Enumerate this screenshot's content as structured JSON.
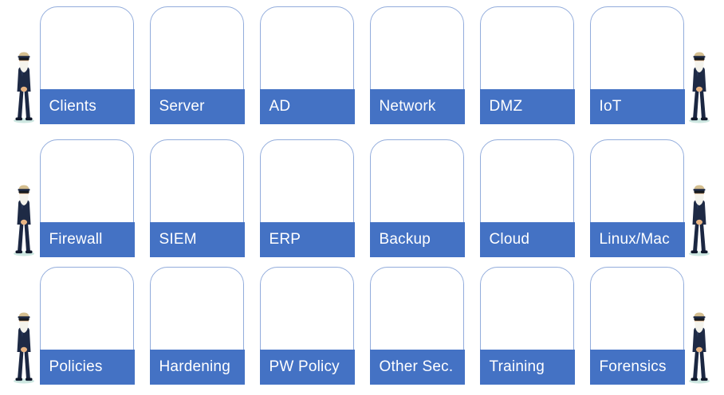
{
  "page": {
    "background": "#ffffff",
    "description_colors": {
      "bar_blue": "#4472C4",
      "card_border": "#92ACDC",
      "label_text": "#ffffff",
      "guard_suit_navy": "#1E2A45",
      "guard_shadow_teal": "#CDE7E1"
    }
  },
  "grid": {
    "rows": [
      {
        "cards": [
          {
            "label": "Clients"
          },
          {
            "label": "Server"
          },
          {
            "label": "AD"
          },
          {
            "label": "Network"
          },
          {
            "label": "DMZ"
          },
          {
            "label": "IoT"
          }
        ]
      },
      {
        "cards": [
          {
            "label": "Firewall"
          },
          {
            "label": "SIEM"
          },
          {
            "label": "ERP"
          },
          {
            "label": "Backup"
          },
          {
            "label": "Cloud"
          },
          {
            "label": "Linux/Mac"
          }
        ]
      },
      {
        "cards": [
          {
            "label": "Policies"
          },
          {
            "label": "Hardening"
          },
          {
            "label": "PW Policy"
          },
          {
            "label": "Other Sec."
          },
          {
            "label": "Training"
          },
          {
            "label": "Forensics"
          }
        ]
      }
    ]
  },
  "icons": {
    "guard": "security-guard-icon"
  }
}
